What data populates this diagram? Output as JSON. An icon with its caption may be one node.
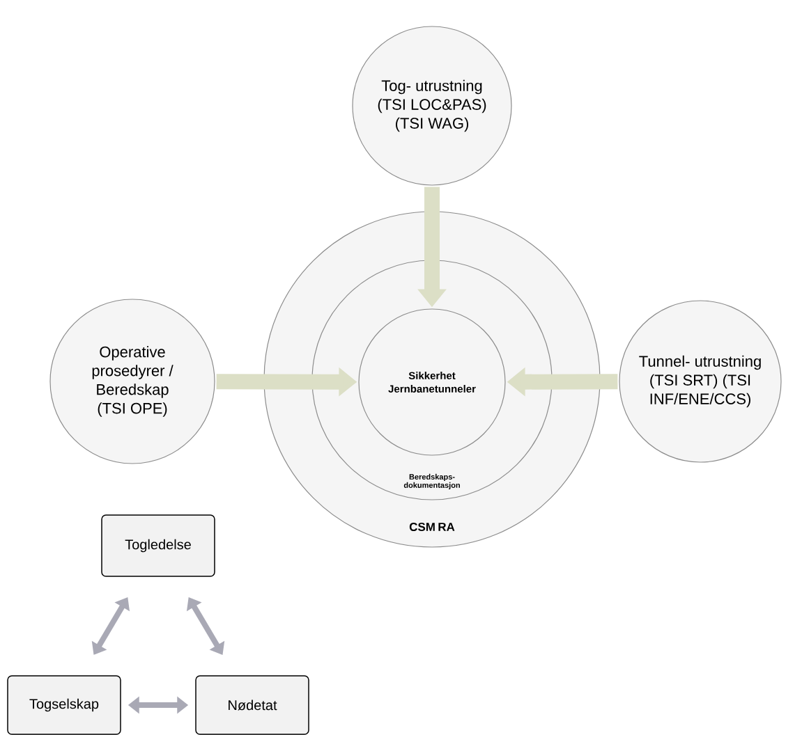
{
  "diagram": {
    "nodes": [
      {
        "text": [
          "Tog- utrustning (TSI LOC&PAS) (TSI WAG)"
        ]
      },
      {
        "text": [
          "CSM RA"
        ]
      },
      {
        "text": [
          "Beredskaps- dokumentasjon"
        ],
        "in": 1
      },
      {
        "text": [
          "Sikkerhet Jernbanetunneler"
        ],
        "in": 2
      },
      {
        "text": [
          "Operative prosedyrer / Beredskap (TSI OPE)"
        ]
      },
      {
        "text": [
          "Tunnel- utrustning (TSI SRT) (TSI INF/ENE/CCS)"
        ]
      },
      {
        "text": [
          "Togledelse"
        ]
      },
      {
        "text": [
          "Togselskap"
        ]
      },
      {
        "text": [
          "Nødetat"
        ]
      }
    ],
    "edges": [
      {
        "from": 0,
        "to": 3,
        "arrow": "to",
        "style": "thick"
      },
      {
        "from": 4,
        "to": 3,
        "arrow": "to",
        "style": "thick"
      },
      {
        "from": 5,
        "to": 3,
        "arrow": "to",
        "style": "thick"
      },
      {
        "from": 7,
        "to": 6,
        "arrow": "both",
        "color": "#a9a9b5"
      },
      {
        "from": 6,
        "to": 8,
        "arrow": "both",
        "color": "#a9a9b5"
      },
      {
        "from": 7,
        "to": 8,
        "arrow": "both",
        "color": "#a9a9b5"
      }
    ]
  }
}
